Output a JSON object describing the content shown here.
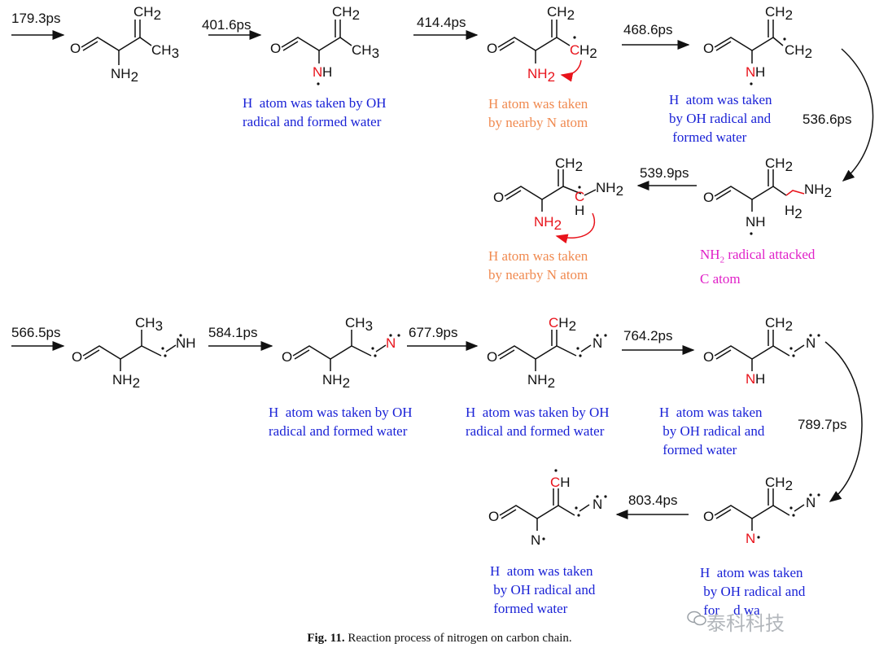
{
  "times": [
    "179.3ps",
    "401.6ps",
    "414.4ps",
    "468.6ps",
    "536.6ps",
    "539.9ps",
    "566.5ps",
    "584.1ps",
    "677.9ps",
    "764.2ps",
    "789.7ps",
    "803.4ps"
  ],
  "atoms": {
    "ch2": "CH",
    "ch3": "CH",
    "nh2": "NH",
    "nh": "NH",
    "n": "N",
    "h": "H",
    "o": "O",
    "c": "C",
    "dot": "·",
    "sub2": "2",
    "sub3": "3"
  },
  "notes": {
    "n1": "H  atom was taken by OH\nradical and formed water",
    "n2": "H atom was taken\nby nearby N atom",
    "n3": "H  atom was taken\nby OH radical and\n formed water",
    "n4": "H atom was taken\nby nearby N atom",
    "n5_pre": "NH",
    "n5_sub": "2",
    "n5_post": " radical attacked\nC atom",
    "n6": "H  atom was taken by OH\nradical and formed water",
    "n7": "H  atom was taken by OH\nradical and formed water",
    "n8": "H  atom was taken\n by OH radical and\n formed water",
    "n9": "H  atom was taken\n by OH radical and\n formed water",
    "n10": "H  atom was taken\n by OH radical and\n for    d wa"
  },
  "caption": {
    "label": "Fig. 11.",
    "text": " Reaction process of nitrogen on carbon chain."
  },
  "watermark": "泰科科技",
  "colors": {
    "black": "#111111",
    "red": "#e8131b",
    "blue": "#1a22d6",
    "orange": "#f08a50",
    "magenta": "#e020c8"
  }
}
